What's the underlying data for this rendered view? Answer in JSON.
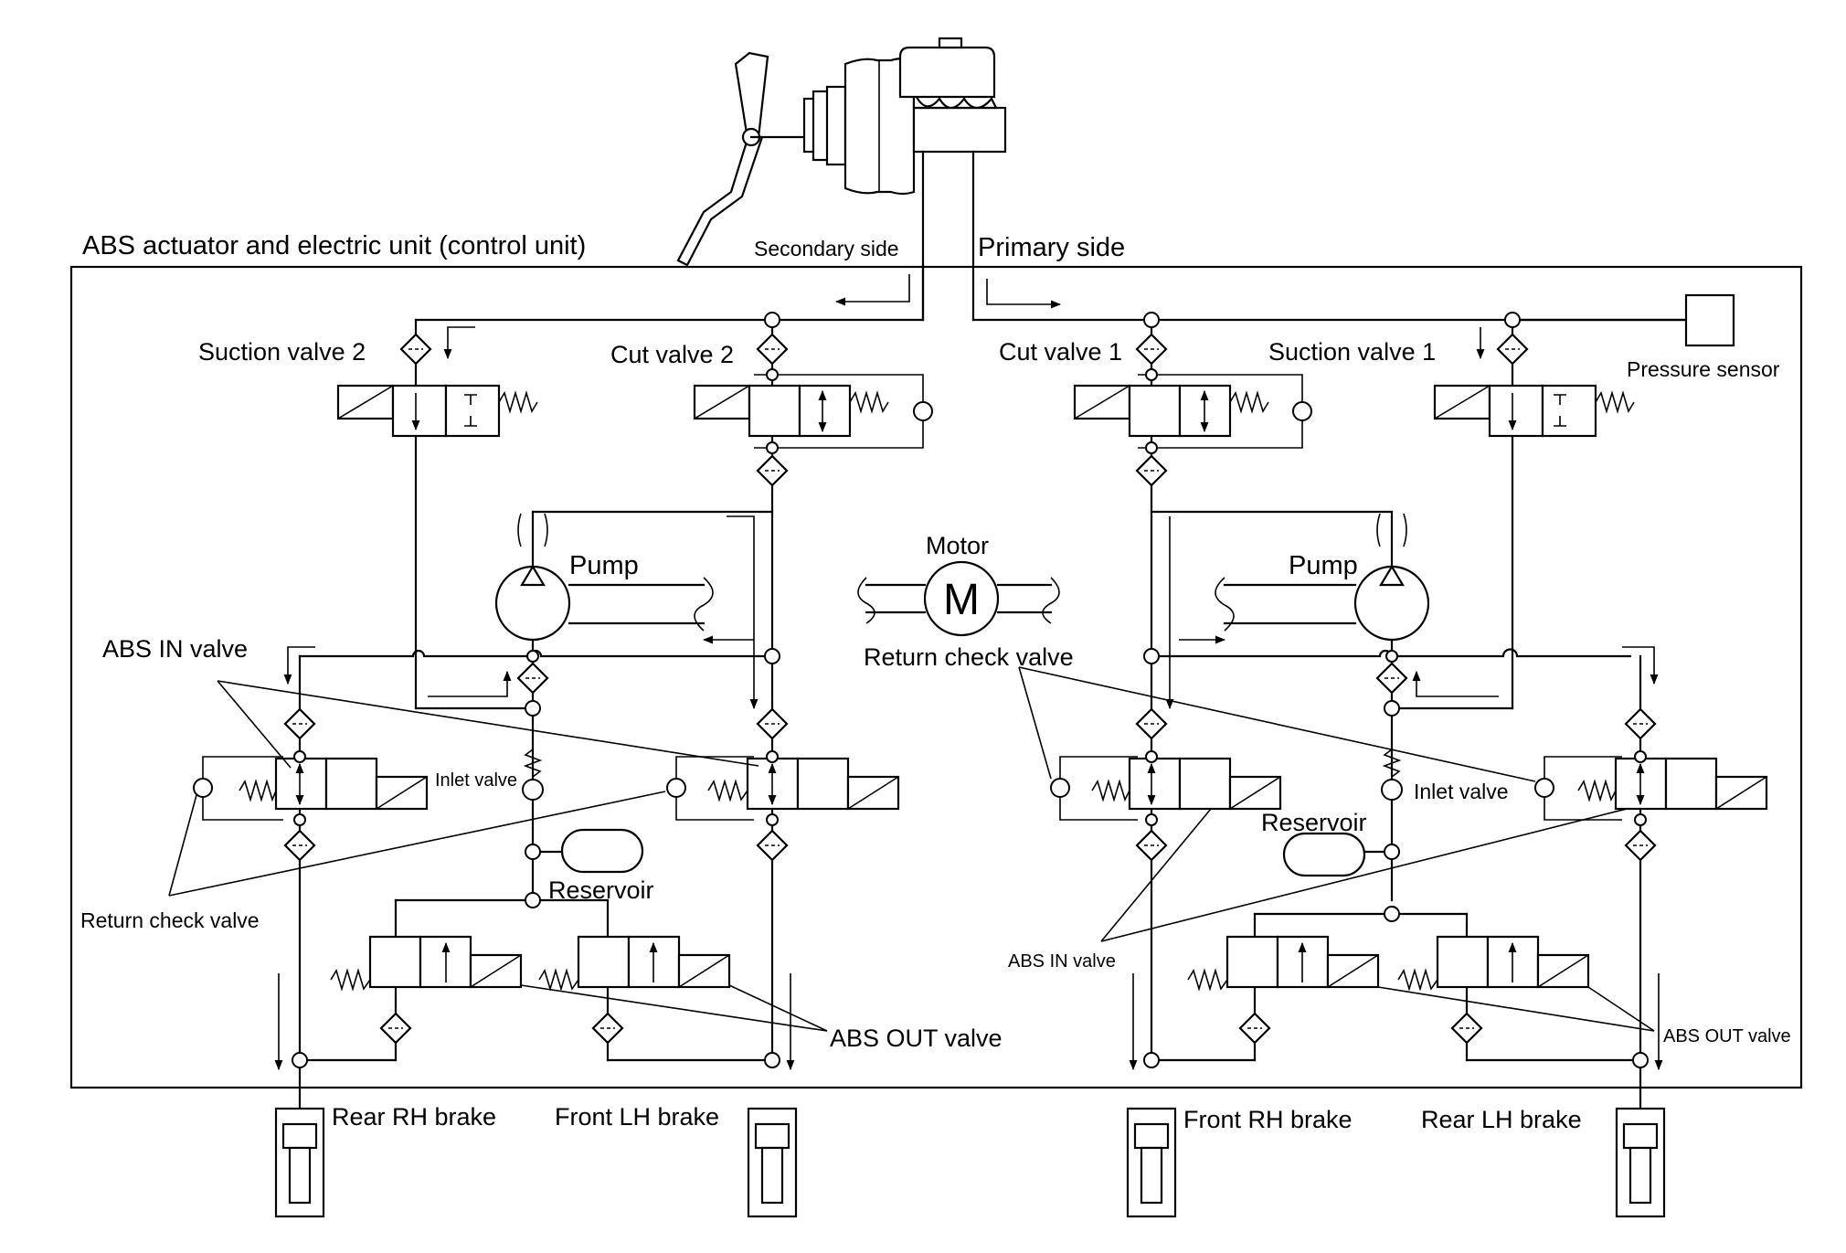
{
  "labels": {
    "unit_title": "ABS actuator and electric unit (control unit)",
    "secondary_side": "Secondary side",
    "primary_side": "Primary side",
    "pressure_sensor": "Pressure sensor",
    "suction_valve_2": "Suction valve 2",
    "cut_valve_2": "Cut valve 2",
    "cut_valve_1": "Cut valve 1",
    "suction_valve_1": "Suction valve 1",
    "pump_left": "Pump",
    "pump_right": "Pump",
    "motor": "Motor",
    "motor_symbol": "M",
    "return_check_valve_center": "Return check valve",
    "return_check_valve_left": "Return check valve",
    "abs_in_valve_left": "ABS IN valve",
    "abs_in_valve_right": "ABS IN valve",
    "inlet_valve_left": "Inlet valve",
    "inlet_valve_right": "Inlet valve",
    "reservoir_left": "Reservoir",
    "reservoir_right": "Reservoir",
    "abs_out_valve_left": "ABS OUT valve",
    "abs_out_valve_right": "ABS OUT valve",
    "rear_rh_brake": "Rear RH brake",
    "front_lh_brake": "Front LH brake",
    "front_rh_brake": "Front RH brake",
    "rear_lh_brake": "Rear LH brake"
  }
}
